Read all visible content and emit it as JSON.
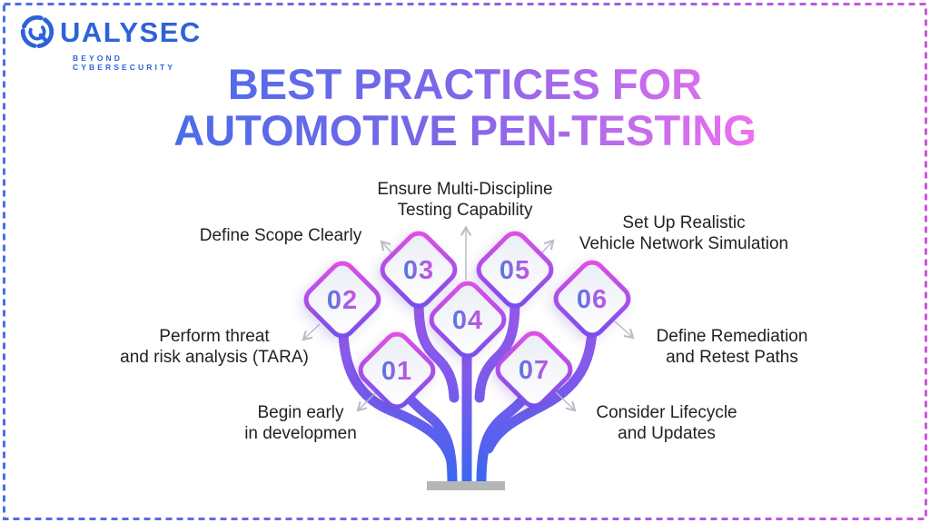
{
  "brand": {
    "name": "QUALYSEC",
    "wordmark_rest": "UALYSEC",
    "tagline": "BEYOND CYBERSECURITY",
    "color": "#2d63d8"
  },
  "title": {
    "line1": "BEST PRACTICES FOR",
    "line2": "AUTOMOTIVE PEN-TESTING",
    "gradient": [
      "#4a6ce9",
      "#7d67e8",
      "#ef70ef"
    ]
  },
  "diagram": {
    "nodes": [
      {
        "number": "01",
        "label_lines": [
          "Begin early",
          "in developmen"
        ]
      },
      {
        "number": "02",
        "label_lines": [
          "Perform threat",
          "and risk analysis (TARA)"
        ]
      },
      {
        "number": "03",
        "label_lines": [
          "Define Scope Clearly"
        ]
      },
      {
        "number": "04",
        "label_lines": [
          "Ensure Multi-Discipline",
          "Testing Capability"
        ]
      },
      {
        "number": "05",
        "label_lines": [
          "Set Up Realistic",
          "Vehicle Network Simulation"
        ]
      },
      {
        "number": "06",
        "label_lines": [
          "Define Remediation",
          "and Retest Paths"
        ]
      },
      {
        "number": "07",
        "label_lines": [
          "Consider Lifecycle",
          "and Updates"
        ]
      }
    ],
    "colors": {
      "branch_top": "#a958e8",
      "branch_bottom": "#3368f0",
      "diamond_border_top": "#e44fe4",
      "diamond_border_bottom": "#7150ec",
      "number_left": "#5577e2",
      "number_right": "#cf52e2",
      "arrow": "#b8bdc7",
      "base_bar": "#b5b6b8",
      "label_text": "#212226"
    }
  },
  "page_border": {
    "left_color": "#4a6ee6",
    "right_color": "#cc55dd"
  }
}
